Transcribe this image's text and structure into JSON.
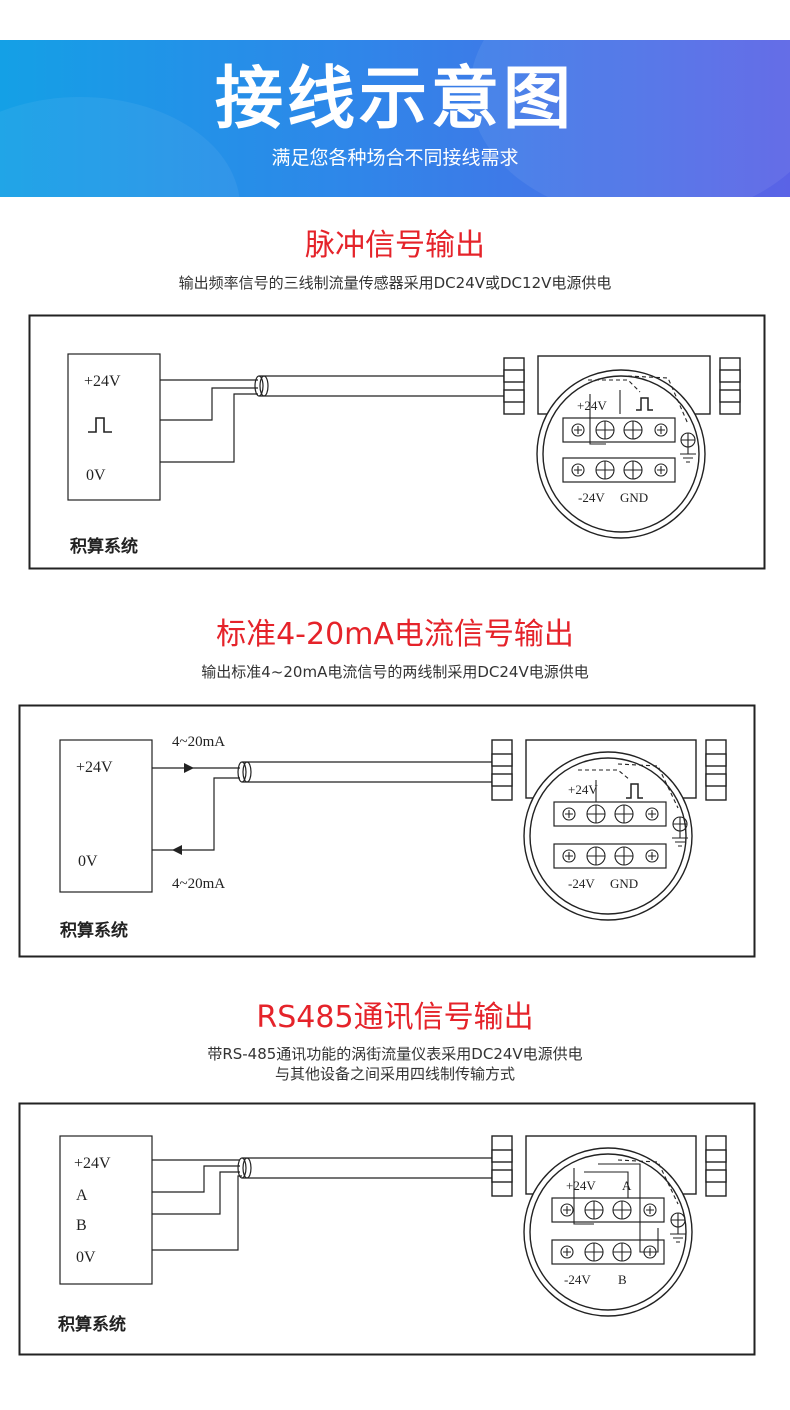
{
  "banner": {
    "title": "接线示意图",
    "subtitle": "满足您各种场合不同接线需求"
  },
  "sections": [
    {
      "title": "脉冲信号输出",
      "subtitle": "输出频率信号的三线制流量传感器采用DC24V或DC12V电源供电",
      "system_label": "积算系统",
      "box_labels": [
        "+24V",
        "0V"
      ],
      "terminal_labels": [
        "+24V",
        "-24V",
        "GND"
      ]
    },
    {
      "title": "标准4-20mA电流信号输出",
      "subtitle": "输出标准4~20mA电流信号的两线制采用DC24V电源供电",
      "system_label": "积算系统",
      "box_labels": [
        "+24V",
        "0V"
      ],
      "current_labels": [
        "4~20mA",
        "4~20mA"
      ],
      "terminal_labels": [
        "+24V",
        "-24V",
        "GND"
      ]
    },
    {
      "title": "RS485通讯信号输出",
      "subtitle_lines": [
        "带RS-485通讯功能的涡街流量仪表采用DC24V电源供电",
        "与其他设备之间采用四线制传输方式"
      ],
      "system_label": "积算系统",
      "box_labels": [
        "+24V",
        "A",
        "B",
        "0V"
      ],
      "terminal_labels": [
        "+24V",
        "A",
        "-24V",
        "B"
      ]
    }
  ],
  "colors": {
    "accent_red": "#e5232a",
    "banner_start": "#14a0e6",
    "banner_end": "#5a63e6"
  }
}
